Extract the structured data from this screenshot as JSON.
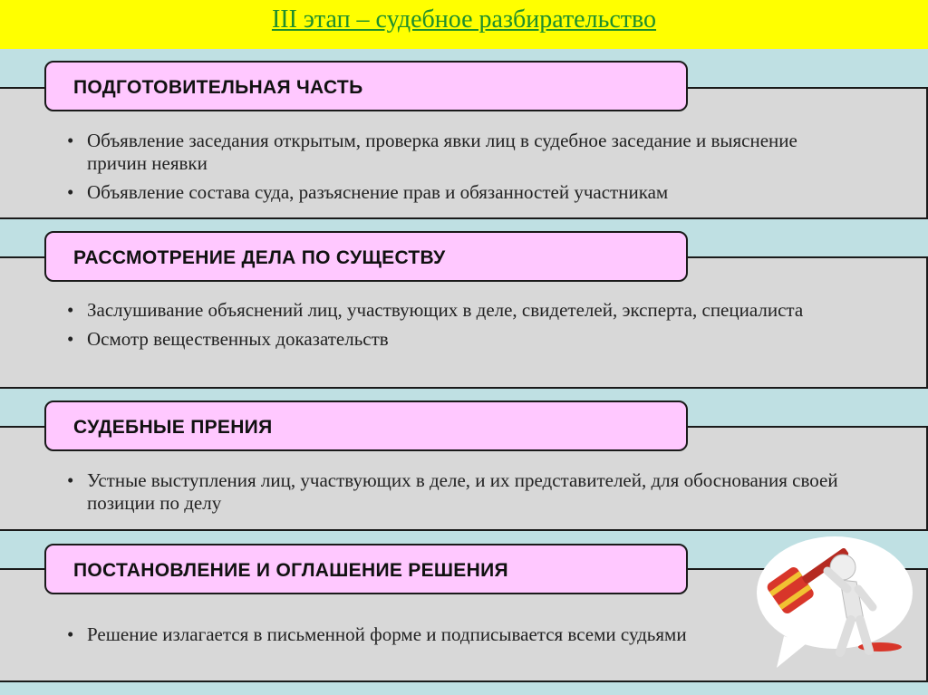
{
  "title": "III этап – судебное разбирательство",
  "bullet_char": "•",
  "stages": [
    {
      "heading": "ПОДГОТОВИТЕЛЬНАЯ ЧАСТЬ",
      "items": [
        "Объявление заседания открытым, проверка явки лиц в судебное заседание и выяснение причин неявки",
        "Объявление состава суда, разъяснение прав и обязанностей участникам"
      ]
    },
    {
      "heading": "РАССМОТРЕНИЕ ДЕЛА ПО СУЩЕСТВУ",
      "items": [
        "Заслушивание объяснений лиц, участвующих в деле, свидетелей, эксперта, специалиста",
        "Осмотр вещественных доказательств"
      ]
    },
    {
      "heading": "СУДЕБНЫЕ ПРЕНИЯ",
      "items": [
        "Устные выступления лиц, участвующих в деле, и их представителей, для обоснования своей  позиции по делу"
      ]
    },
    {
      "heading": "ПОСТАНОВЛЕНИЕ И ОГЛАШЕНИЕ РЕШЕНИЯ",
      "items": [
        "Решение излагается в письменной форме и подписывается всеми судьями"
      ]
    }
  ],
  "colors": {
    "title_bar": "#ffff00",
    "title_text": "#1f8f2c",
    "background": "#bfe0e3",
    "panel": "#d8d8d8",
    "header_box": "#ffc8ff",
    "gavel": "#d8362a"
  },
  "illustration": "figure-with-gavel-icon"
}
